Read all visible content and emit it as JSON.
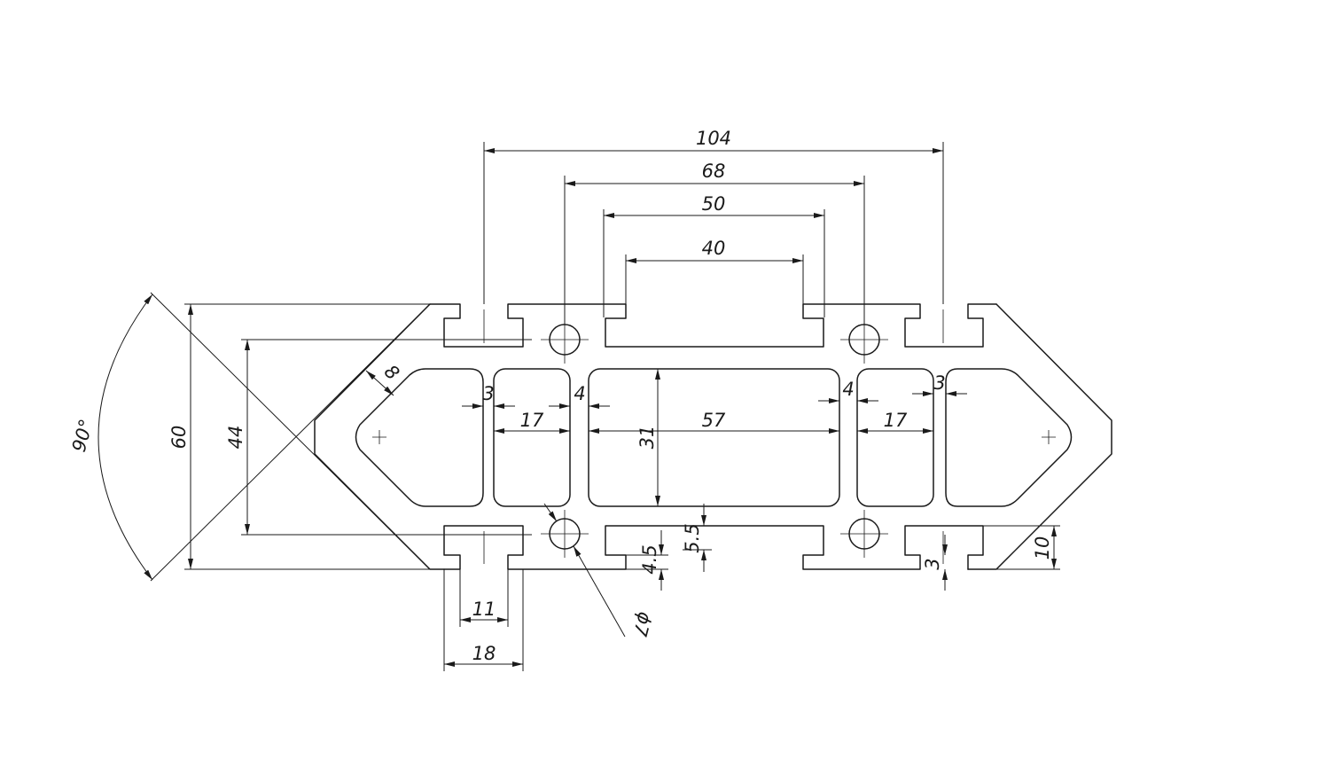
{
  "drawing": {
    "stroke_color": "#1a1a1a",
    "background": "#ffffff",
    "dimensions": {
      "overall_width": "104",
      "outer_hole_pitch": "68",
      "inner_slot_outer": "50",
      "inner_slot_opening": "40",
      "height": "60",
      "hole_pitch_vertical": "44",
      "chamfer_angle": "90°",
      "chamfer_wall": "8",
      "wall_left": "3",
      "wall_right": "3",
      "web_left": "4",
      "web_right": "4",
      "cavity_left": "17",
      "cavity_right": "17",
      "cavity_center_width": "57",
      "cavity_center_height": "31",
      "hole_diameter": "ϕ7",
      "slot_depth": "5.5",
      "slot_lip": "4.5",
      "edge_lip": "3",
      "edge_height": "10",
      "slot_opening": "11",
      "slot_width": "18"
    }
  }
}
